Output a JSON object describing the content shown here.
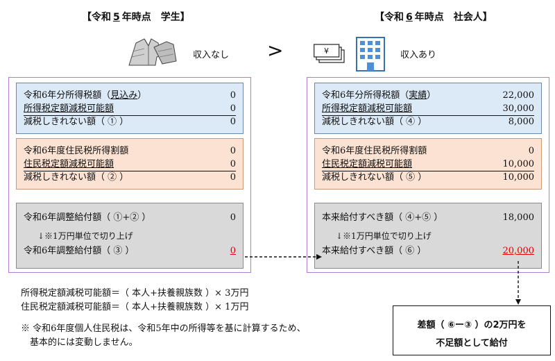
{
  "left_header": {
    "open": "【令和",
    "year": "5",
    "tail": "年時点　学生】"
  },
  "right_header": {
    "open": "【令和",
    "year": "6",
    "tail": "年時点　社会人】"
  },
  "left_income": "収入なし",
  "right_income": "収入あり",
  "comparison": ">",
  "left": {
    "income_tax": {
      "label": "令和6年分所得税額（",
      "label_u": "見込み",
      "label_end": "）",
      "value": "0"
    },
    "income_tax_reduction": {
      "label": "所得税定額減税可能額",
      "value": "0"
    },
    "income_tax_remaining": {
      "label": "減税しきれない額（ ① ）",
      "value": "0"
    },
    "resident_tax": {
      "label": "令和6年度住民税所得割額",
      "value": "0"
    },
    "resident_tax_reduction": {
      "label": "住民税定額減税可能額",
      "value": "0"
    },
    "resident_tax_remaining": {
      "label": "減税しきれない額（ ② ）",
      "value": "0"
    },
    "adjust_sum": {
      "label": "令和6年調整給付額（ ①+② ）",
      "value": "0"
    },
    "round_note": "↓※1万円単位で切り上げ",
    "adjust_final": {
      "label": "令和6年調整給付額（ ③ ）",
      "value": "0"
    }
  },
  "right": {
    "income_tax": {
      "label": "令和6年分所得税額（",
      "label_u": "実績",
      "label_end": "）",
      "value": "22,000"
    },
    "income_tax_reduction": {
      "label": "所得税定額減税可能額",
      "value": "30,000"
    },
    "income_tax_remaining": {
      "label": "減税しきれない額（ ④ ）",
      "value": "8,000"
    },
    "resident_tax": {
      "label": "令和6年度住民税所得割額",
      "value": "0"
    },
    "resident_tax_reduction": {
      "label": "住民税定額減税可能額",
      "value": "10,000"
    },
    "resident_tax_remaining": {
      "label": "減税しきれない額（ ⑤ ）",
      "value": "10,000"
    },
    "should_sum": {
      "label": "本来給付すべき額（ ④+⑤ ）",
      "value": "18,000"
    },
    "round_note": "↓※1万円単位で切り上げ",
    "should_final": {
      "label": "本来給付すべき額（ ⑥ ）",
      "value": "20,000"
    }
  },
  "formulas": [
    "所得税定額減税可能額＝（ 本人+扶養親族数 ）× 3万円",
    "住民税定額減税可能額＝（ 本人+扶養親族数 ）× 1万円"
  ],
  "footnote": [
    "※ 令和6年度個人住民税は、令和5年中の所得等を基に計算するため、",
    "　基本的には変動しません。"
  ],
  "result": {
    "line1": "差額（ ⑥ー③ ）の2万円を",
    "line2": "不足額として給付"
  },
  "colors": {
    "accent_red": "#e00000",
    "panel_border": "#b07cd6",
    "blue_box": "#dce9f6",
    "orange_box": "#fbe2d2",
    "gray_box": "#d9d9d9"
  }
}
